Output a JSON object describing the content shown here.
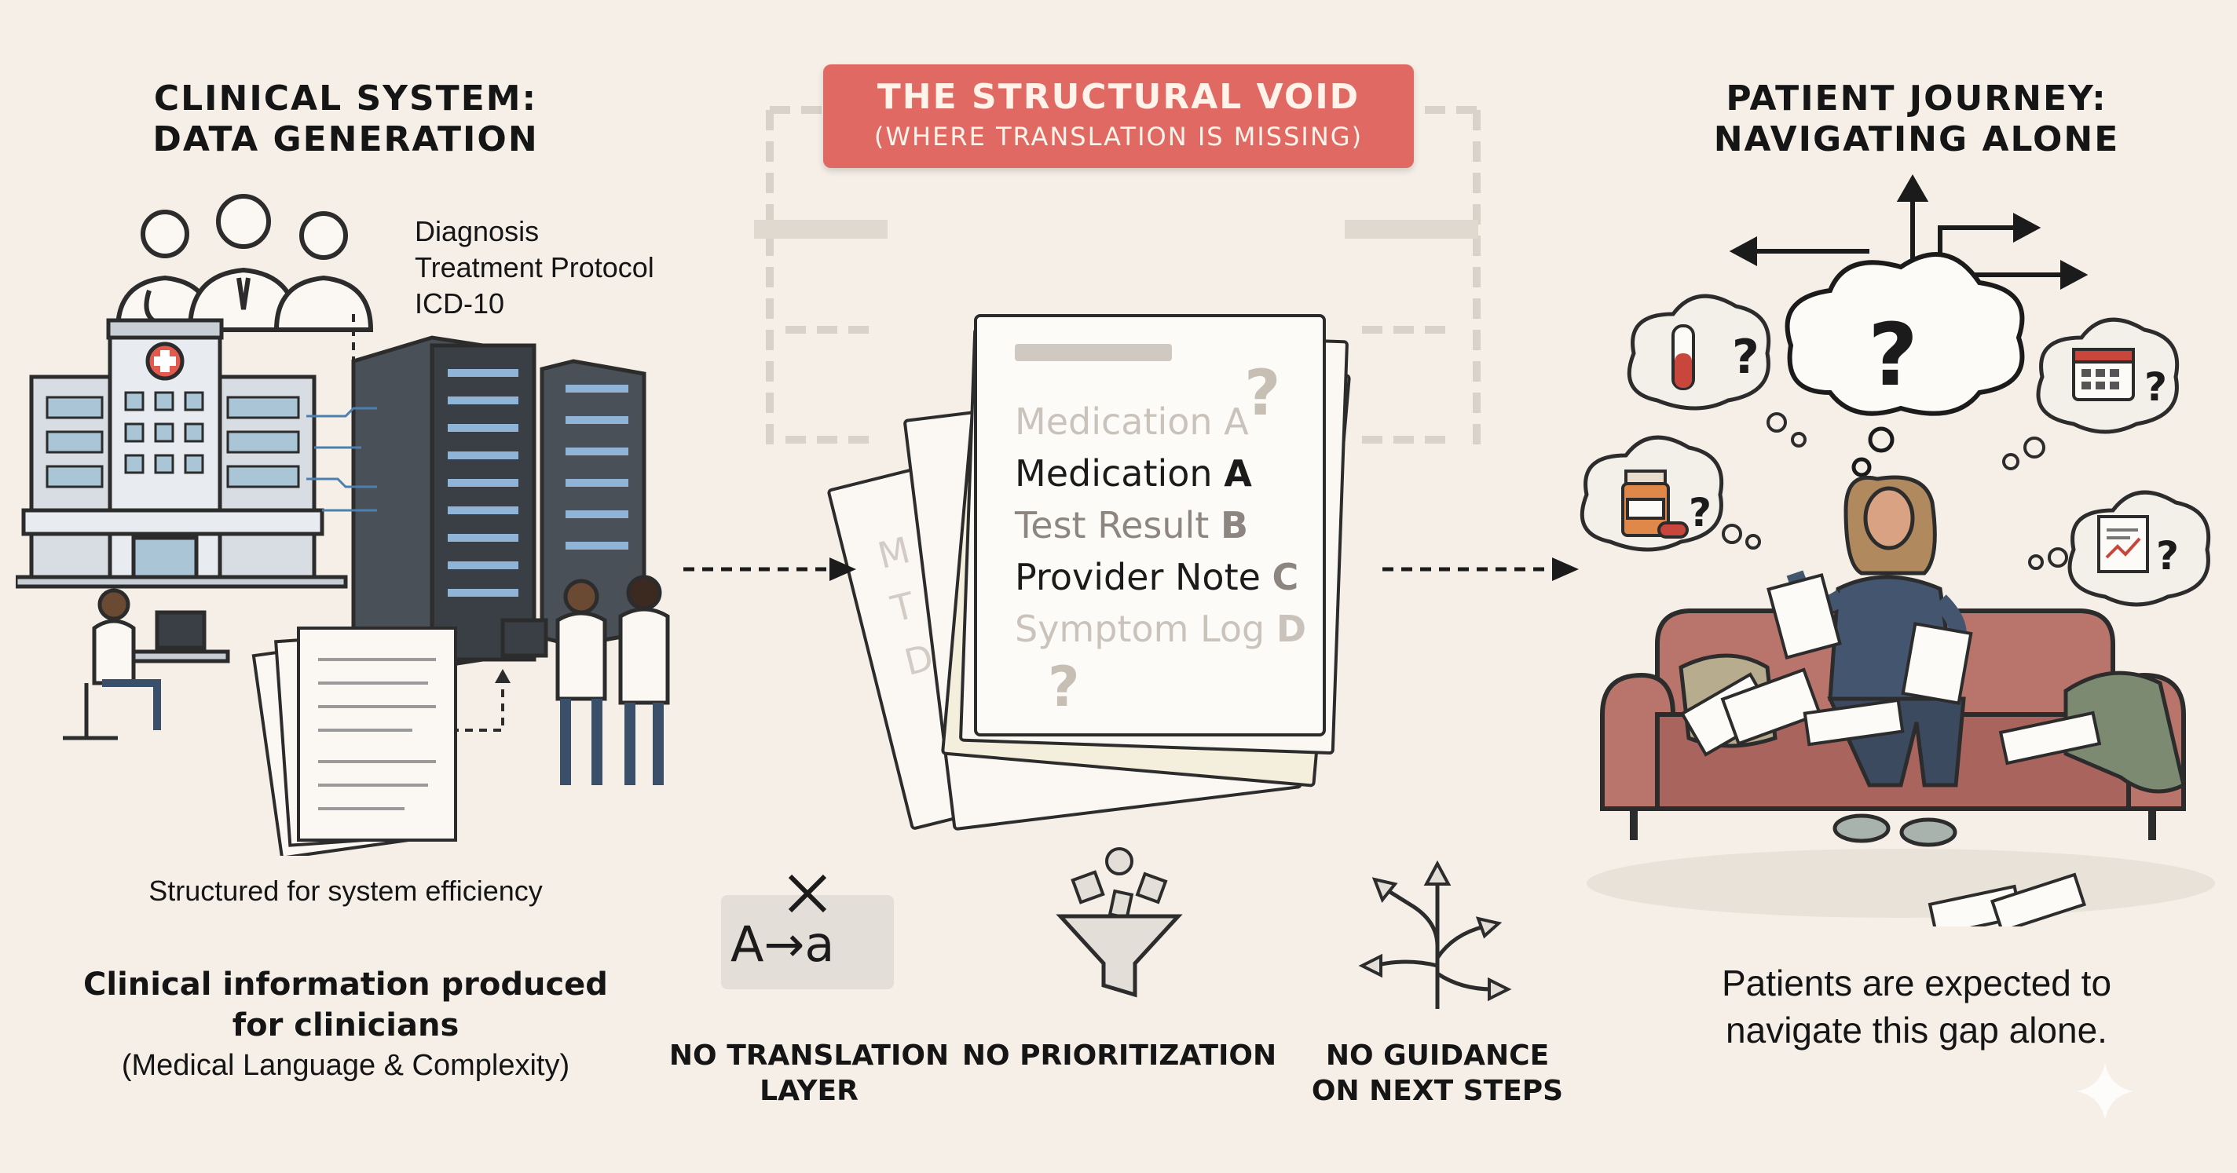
{
  "left": {
    "title_line1": "CLINICAL SYSTEM:",
    "title_line2": "DATA GENERATION",
    "labels": [
      "Diagnosis",
      "Treatment Protocol",
      "ICD-10"
    ],
    "caption_efficiency": "Structured for system efficiency",
    "caption_bold_line1": "Clinical information produced",
    "caption_bold_line2": "for clinicians",
    "caption_sub": "(Medical Language & Complexity)"
  },
  "center": {
    "banner_title": "THE STRUCTURAL VOID",
    "banner_subtitle": "(WHERE TRANSLATION IS MISSING)",
    "doc_items": [
      {
        "text": "Medication ",
        "code": "A"
      },
      {
        "text": "Medication ",
        "code": "A"
      },
      {
        "text": "Test Result ",
        "code": "B"
      },
      {
        "text": "Provider Note ",
        "code": "C"
      },
      {
        "text": "Symptom Log ",
        "code": "D"
      }
    ],
    "back_sheet_letters": [
      "M",
      "T",
      "D"
    ],
    "icon_translate_text": "A→a",
    "gaps": [
      {
        "label_line1": "NO TRANSLATION",
        "label_line2": "LAYER",
        "icon": "translate-icon"
      },
      {
        "label_line1": "NO PRIORITIZATION",
        "label_line2": "",
        "icon": "funnel-icon"
      },
      {
        "label_line1": "NO GUIDANCE",
        "label_line2": "ON NEXT STEPS",
        "icon": "branching-arrows-icon"
      }
    ]
  },
  "right": {
    "title_line1": "PATIENT JOURNEY:",
    "title_line2": "NAVIGATING ALONE",
    "caption_line1": "Patients are expected to",
    "caption_line2": "navigate this gap alone.",
    "thought_bubbles": [
      "test-tube-icon",
      "question-mark-icon",
      "calendar-icon",
      "medication-bottle-icon",
      "chart-report-icon"
    ],
    "question_mark": "?"
  },
  "colors": {
    "background": "#f5efe7",
    "banner": "#e06a63",
    "sofa": "#b9756c",
    "text": "#151515"
  }
}
